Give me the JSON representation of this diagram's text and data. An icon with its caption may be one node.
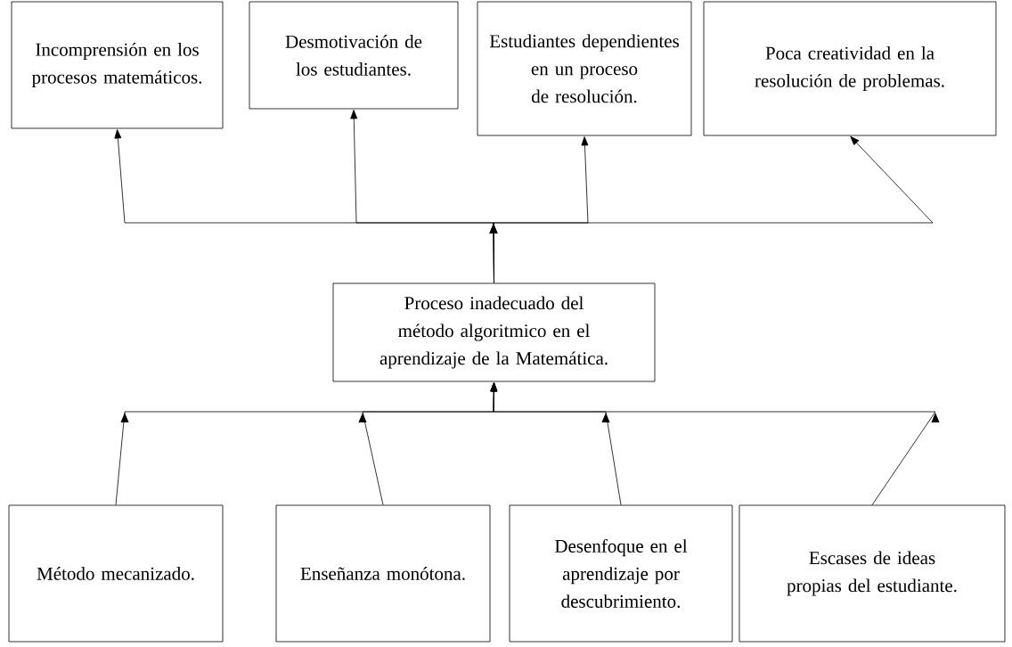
{
  "diagram": {
    "nodes": [
      {
        "text": [
          "Incomprensión en los procesos matemáticos."
        ]
      },
      {
        "text": [
          "Desmotivación de los estudiantes."
        ]
      },
      {
        "text": [
          "Estudiantes dependientes en un proceso de resolución."
        ]
      },
      {
        "text": [
          "Poca creatividad en la resolución de problemas."
        ]
      },
      {
        "text": [
          "Proceso inadecuado del método algoritmico en el aprendizaje de la Matemática."
        ]
      },
      {
        "text": [
          "Método mecanizado."
        ]
      },
      {
        "text": [
          "Enseñanza monótona."
        ]
      },
      {
        "text": [
          "Desenfoque en el aprendizaje por descubrimiento."
        ]
      },
      {
        "text": [
          "Escases de ideas propias del estudiante."
        ]
      }
    ],
    "edges": [
      {
        "from": 4,
        "to": 0,
        "arrow": "to"
      },
      {
        "from": 4,
        "to": 1,
        "arrow": "to"
      },
      {
        "from": 4,
        "to": 2,
        "arrow": "to"
      },
      {
        "from": 4,
        "to": 3,
        "arrow": "to"
      },
      {
        "from": 5,
        "to": 4,
        "arrow": "to"
      },
      {
        "from": 6,
        "to": 4,
        "arrow": "to"
      },
      {
        "from": 7,
        "to": 4,
        "arrow": "to"
      },
      {
        "from": 8,
        "to": 4,
        "arrow": "to"
      }
    ]
  }
}
